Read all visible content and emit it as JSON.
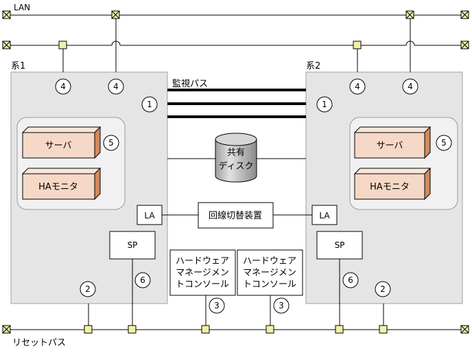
{
  "network": {
    "lan_label": "LAN",
    "reset_path_label": "リセットパス",
    "monitor_path_label": "監視パス"
  },
  "systems": [
    {
      "name": "系1",
      "server_label": "サーバ",
      "ha_monitor_label": "HAモニタ",
      "la_label": "LA",
      "sp_label": "SP"
    },
    {
      "name": "系2",
      "server_label": "サーバ",
      "ha_monitor_label": "HAモニタ",
      "la_label": "LA",
      "sp_label": "SP"
    }
  ],
  "shared_disk": {
    "line1": "共有",
    "line2": "ディスク"
  },
  "line_switch": {
    "label": "回線切替装置"
  },
  "hw_consoles": [
    {
      "line1": "ハードウェア",
      "line2": "マネージメン",
      "line3": "トコンソール"
    },
    {
      "line1": "ハードウェア",
      "line2": "マネージメン",
      "line3": "トコンソール"
    }
  ],
  "callouts": {
    "c1": "1",
    "c2": "2",
    "c3": "3",
    "c4": "4",
    "c5": "5",
    "c6": "6"
  },
  "colors": {
    "system_bg": "#e5e5e5",
    "inner_bg": "#f1f1f1",
    "component_front": "#f5d8c6",
    "component_top": "#f9e6da",
    "component_side": "#d28a5c",
    "connector": "#f0f0a8",
    "disk_gray": "#bdbdbd"
  }
}
